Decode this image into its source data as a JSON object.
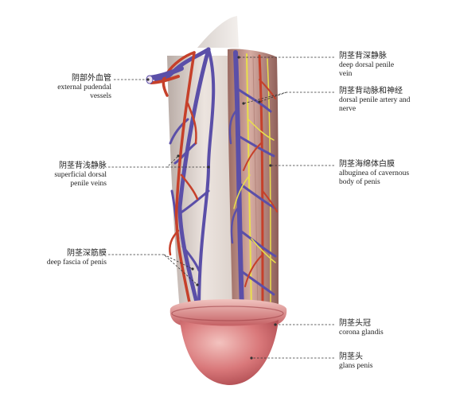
{
  "labels": {
    "ext_pudendal": {
      "zh": "阴部外血管",
      "en": "external pudendal\nvessels"
    },
    "superficial_dorsal": {
      "zh": "阴茎背浅静脉",
      "en": "superficial dorsal\npenile veins"
    },
    "deep_fascia": {
      "zh": "阴茎深筋膜",
      "en": "deep fascia of penis"
    },
    "deep_dorsal_vein": {
      "zh": "阴茎背深静脉",
      "en": "deep dorsal penile\nvein"
    },
    "dorsal_artery_nerve": {
      "zh": "阴茎背动脉和神经",
      "en": "dorsal penile artery and\nnerve"
    },
    "albuginea": {
      "zh": "阴茎海绵体白膜",
      "en": "albuginea of cavernous\nbody of penis"
    },
    "corona": {
      "zh": "阴茎头冠",
      "en": "corona glandis"
    },
    "glans": {
      "zh": "阴茎头",
      "en": "glans penis"
    }
  },
  "colors": {
    "vein": "#5b4fa8",
    "artery": "#c6402a",
    "nerve": "#e9e04a",
    "fascia": "#d8cdc6",
    "tunica": "#b9857c",
    "glans": "#cf6a6a",
    "leader": "#333333"
  }
}
